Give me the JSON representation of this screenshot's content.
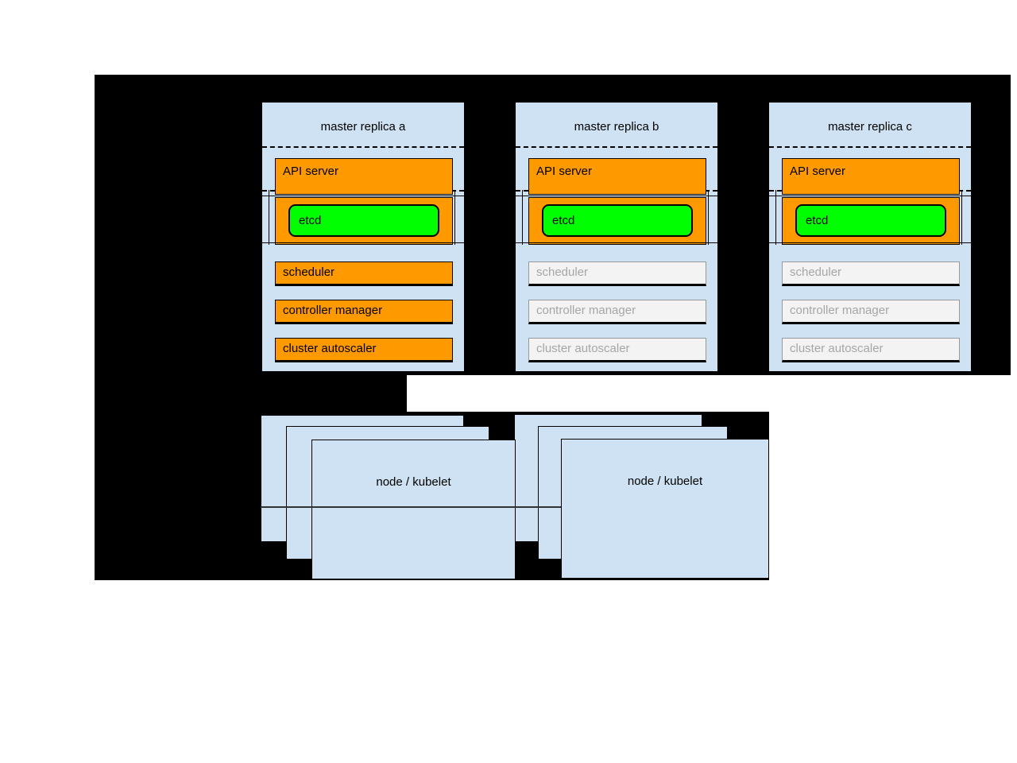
{
  "diagram": {
    "replicas": [
      {
        "title": "master replica a",
        "state": "active",
        "api_server": "API server",
        "etcd": "etcd",
        "components": [
          "scheduler",
          "controller manager",
          "cluster autoscaler"
        ]
      },
      {
        "title": "master replica b",
        "state": "inactive",
        "api_server": "API server",
        "etcd": "etcd",
        "components": [
          "scheduler",
          "controller manager",
          "cluster autoscaler"
        ]
      },
      {
        "title": "master replica c",
        "state": "inactive",
        "api_server": "API server",
        "etcd": "etcd",
        "components": [
          "scheduler",
          "controller manager",
          "cluster autoscaler"
        ]
      }
    ],
    "nodes": [
      {
        "label": "node / kubelet"
      },
      {
        "label": "node / kubelet"
      }
    ],
    "colors": {
      "canvas": "#000000",
      "panel_blue": "#cfe2f3",
      "active_component": "#ff9900",
      "etcd_green": "#00ff00",
      "inactive_fill": "#f3f3f3",
      "inactive_text": "#a6a6a6"
    }
  }
}
